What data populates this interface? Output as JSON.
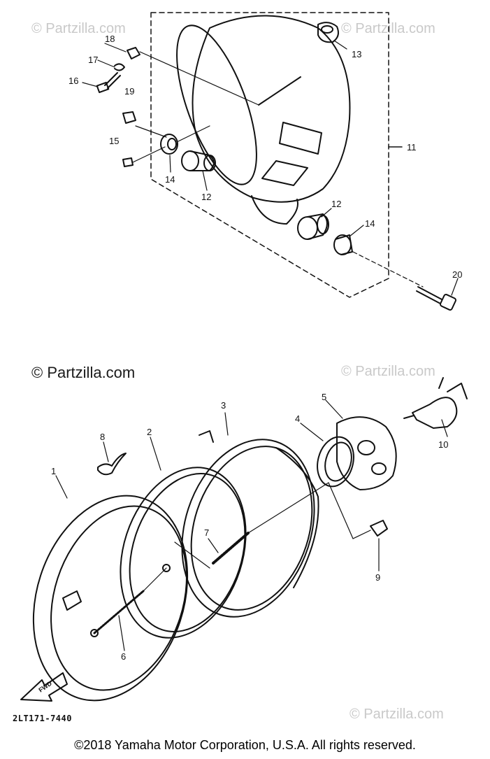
{
  "watermarks": {
    "small": "© Partzilla.com",
    "big": "© Partzilla.com"
  },
  "diagram_code": "2LT171-7440",
  "fwd_label": "FWD",
  "copyright": "©2018 Yamaha Motor Corporation, U.S.A. All rights reserved.",
  "callouts": {
    "c1": "1",
    "c2": "2",
    "c3": "3",
    "c4": "4",
    "c5": "5",
    "c6": "6",
    "c7": "7",
    "c8": "8",
    "c9": "9",
    "c10": "10",
    "c11": "11",
    "c12a": "12",
    "c12b": "12",
    "c13": "13",
    "c14a": "14",
    "c14b": "14",
    "c15": "15",
    "c16": "16",
    "c17": "17",
    "c18": "18",
    "c19": "19",
    "c20": "20"
  }
}
